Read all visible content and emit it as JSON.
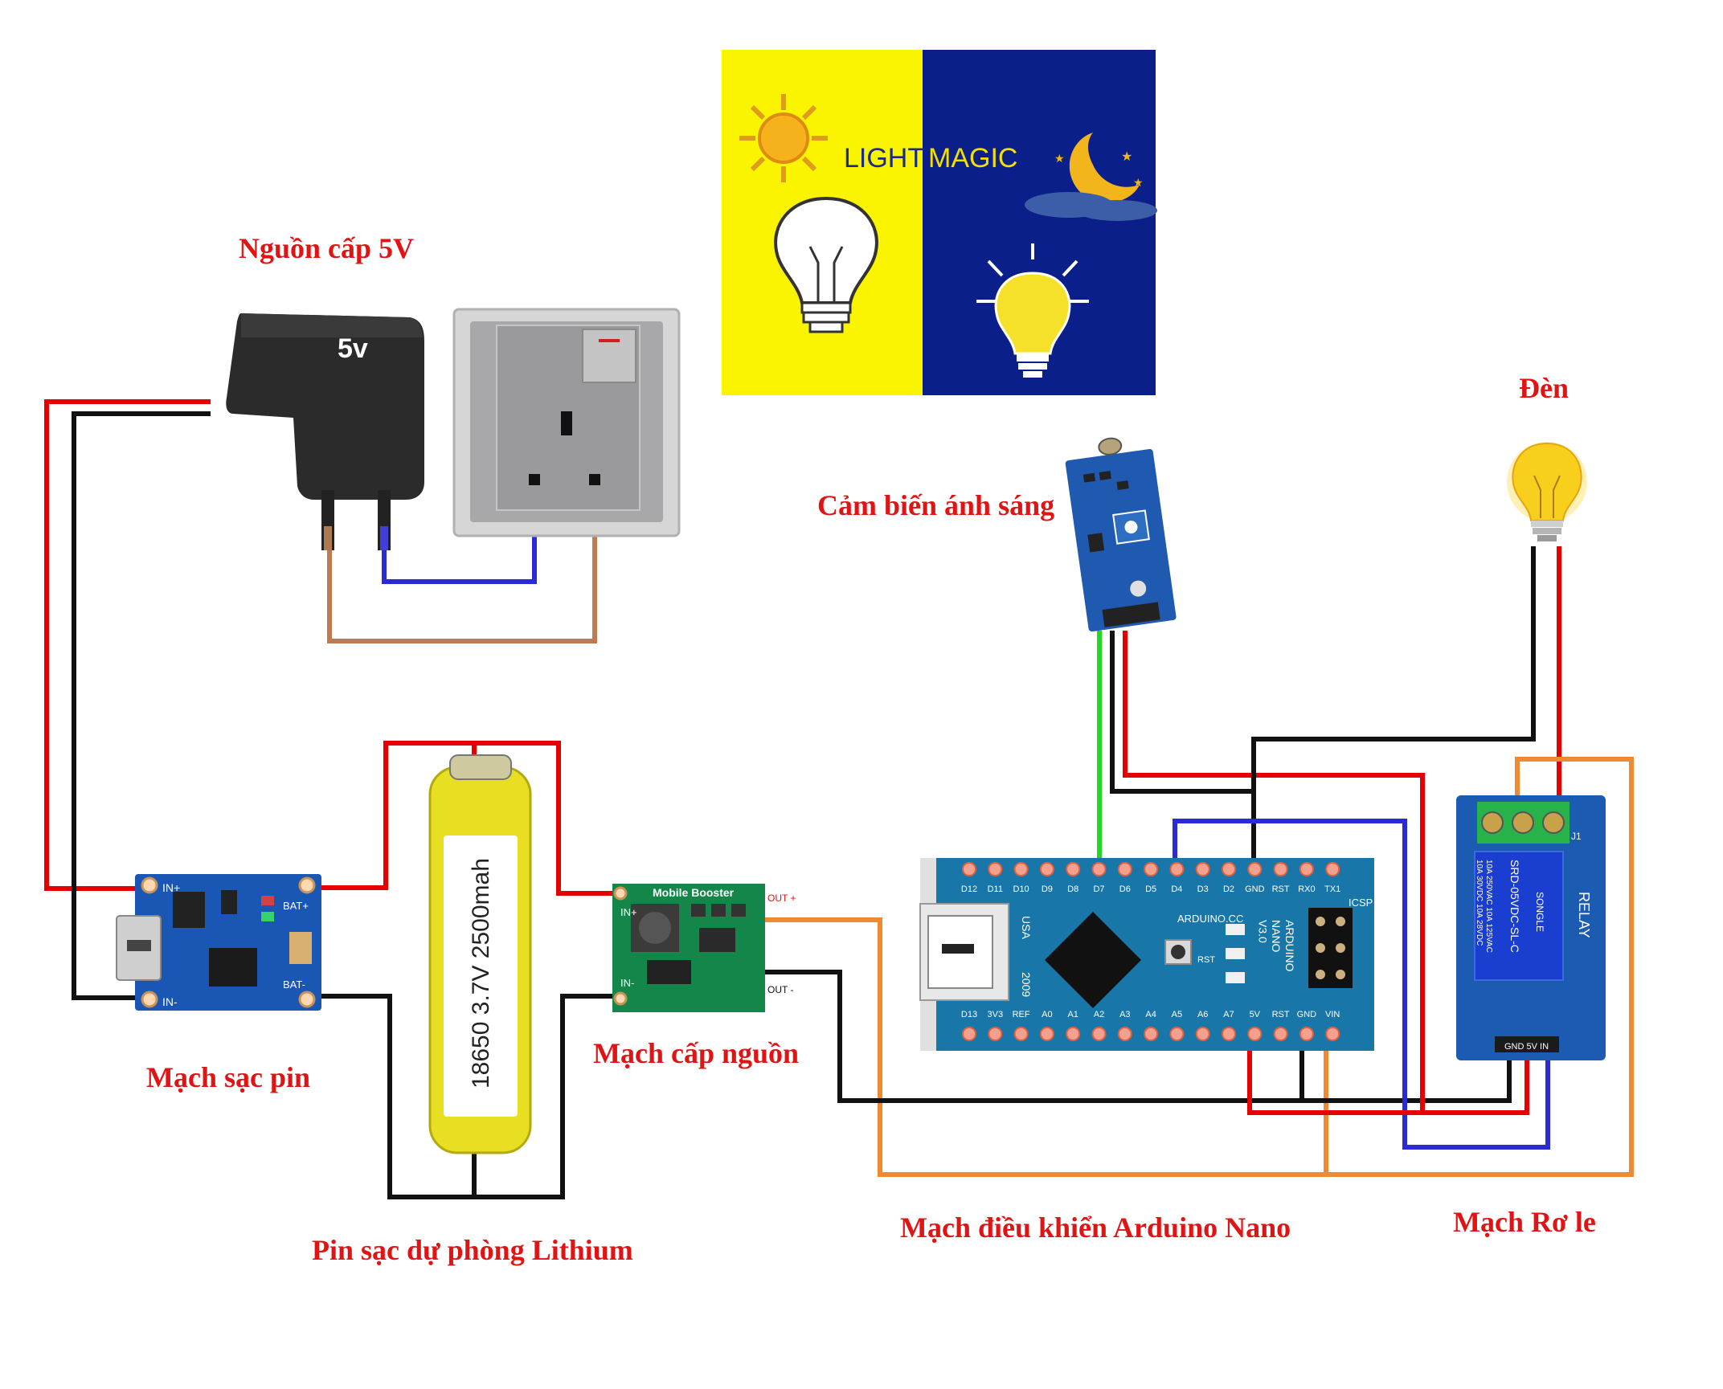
{
  "labels": {
    "power_supply": "Nguồn cấp 5V",
    "light_sensor": "Cảm biến ánh sáng",
    "lamp": "Đèn",
    "charger": "Mạch sạc pin",
    "battery": "Pin sạc dự phòng Lithium",
    "booster": "Mạch cấp nguồn",
    "arduino": "Mạch điều khiển Arduino Nano",
    "relay": "Mạch Rơ le"
  },
  "banner": {
    "text_left": "LIGHT",
    "text_right": "MAGIC",
    "color_left": "#fbf400",
    "color_right": "#0a1f8a"
  },
  "adapter": {
    "voltage": "5v"
  },
  "battery": {
    "marking": "18650  3.7V  2500mah"
  },
  "charger": {
    "in_plus": "IN+",
    "in_minus": "IN-",
    "bat_plus": "BAT+",
    "bat_minus": "BAT-"
  },
  "booster": {
    "title": "Mobile Booster",
    "in_plus": "IN+",
    "in_minus": "IN-",
    "out_plus": "OUT +",
    "out_minus": "OUT -"
  },
  "arduino": {
    "top_pins": [
      "D12",
      "D11",
      "D10",
      "D9",
      "D8",
      "D7",
      "D6",
      "D5",
      "D4",
      "D3",
      "D2",
      "GND",
      "RST",
      "RX0",
      "TX1"
    ],
    "bottom_pins": [
      "D13",
      "3V3",
      "REF",
      "A0",
      "A1",
      "A2",
      "A3",
      "A4",
      "A5",
      "A6",
      "A7",
      "5V",
      "RST",
      "GND",
      "VIN"
    ],
    "usa": "USA",
    "year": "2009",
    "name": "ARDUINO\nNANO\nV3.0",
    "arduino_cc": "ARDUINO.CC",
    "icsp": "ICSP",
    "rst": "RST"
  },
  "relay": {
    "label": "RELAY",
    "j1": "J1",
    "spec": "10A 250VAC 10A 125VAC\n10A 30VDC 10A 28VDC",
    "model": "SRD-05VDC-SL-C",
    "brand": "SONGLE",
    "pins": "GND 5V IN"
  },
  "wire_colors": {
    "red": "#e60000",
    "black": "#111111",
    "blue": "#2a2ad6",
    "brown": "#c07a50",
    "green": "#22d822",
    "orange": "#f08a30"
  }
}
